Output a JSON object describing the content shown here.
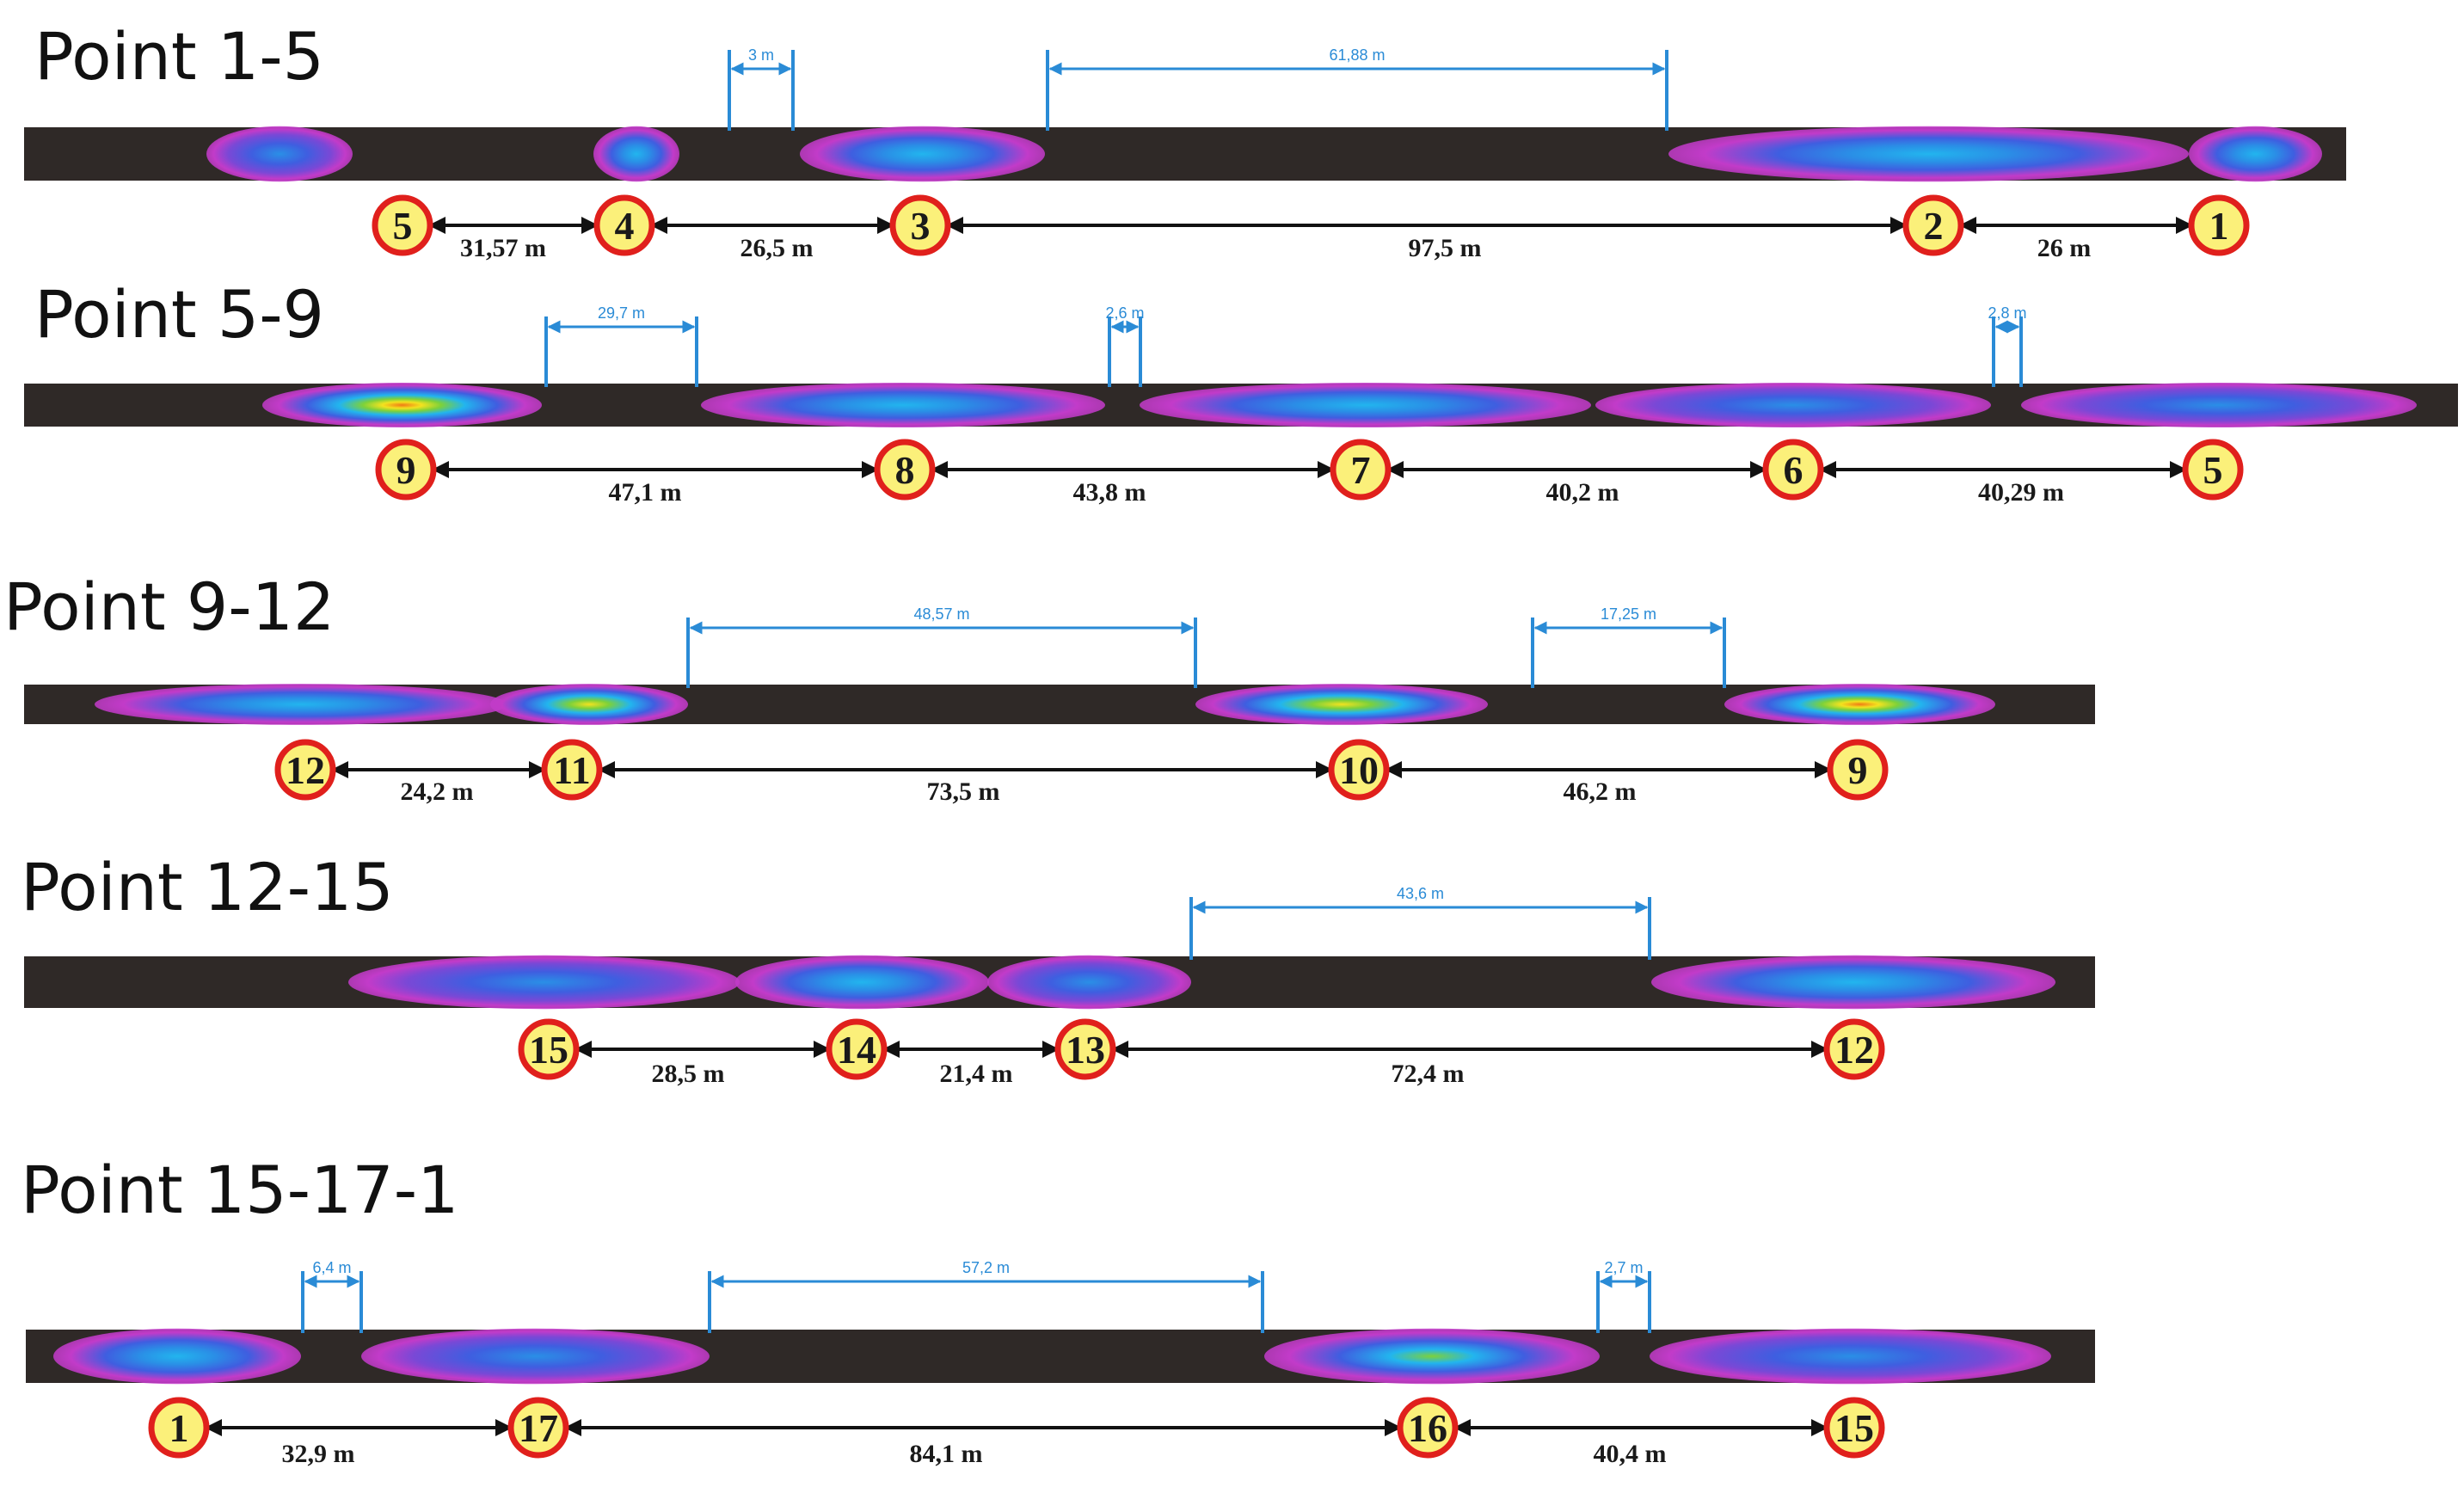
{
  "colors": {
    "road": "#2f2927",
    "marker_fill": "#fbf07a",
    "marker_ring": "#e0201c",
    "dimension_line": "#2a8bd6",
    "heat_outer": "#c23bc9",
    "heat_mid": "#3f5ee0",
    "heat_core": "#22b5ee",
    "heat_green": "#7dd13a",
    "heat_yellow": "#f3e21f",
    "heat_orange": "#f07a15"
  },
  "sections": [
    {
      "title": "Point 1-5",
      "points": [
        "5",
        "4",
        "3",
        "2",
        "1"
      ],
      "distances": [
        "31,57 m",
        "26,5 m",
        "97,5 m",
        "26 m"
      ],
      "gaps": [
        "3 m",
        "61,88 m"
      ]
    },
    {
      "title": "Point 5-9",
      "points": [
        "9",
        "8",
        "7",
        "6",
        "5"
      ],
      "distances": [
        "47,1 m",
        "43,8 m",
        "40,2 m",
        "40,29 m"
      ],
      "gaps": [
        "29,7 m",
        "2,6 m",
        "2,8 m"
      ]
    },
    {
      "title": "Point 9-12",
      "points": [
        "12",
        "11",
        "10",
        "9"
      ],
      "distances": [
        "24,2 m",
        "73,5 m",
        "46,2 m"
      ],
      "gaps": [
        "48,57 m",
        "17,25 m"
      ]
    },
    {
      "title": "Point 12-15",
      "points": [
        "15",
        "14",
        "13",
        "12"
      ],
      "distances": [
        "28,5 m",
        "21,4 m",
        "72,4 m"
      ],
      "gaps": [
        "43,6 m"
      ]
    },
    {
      "title": "Point 15-17-1",
      "points": [
        "1",
        "17",
        "16",
        "15"
      ],
      "distances": [
        "32,9 m",
        "84,1 m",
        "40,4 m"
      ],
      "gaps": [
        "6,4 m",
        "57,2 m",
        "2,7 m"
      ]
    }
  ]
}
